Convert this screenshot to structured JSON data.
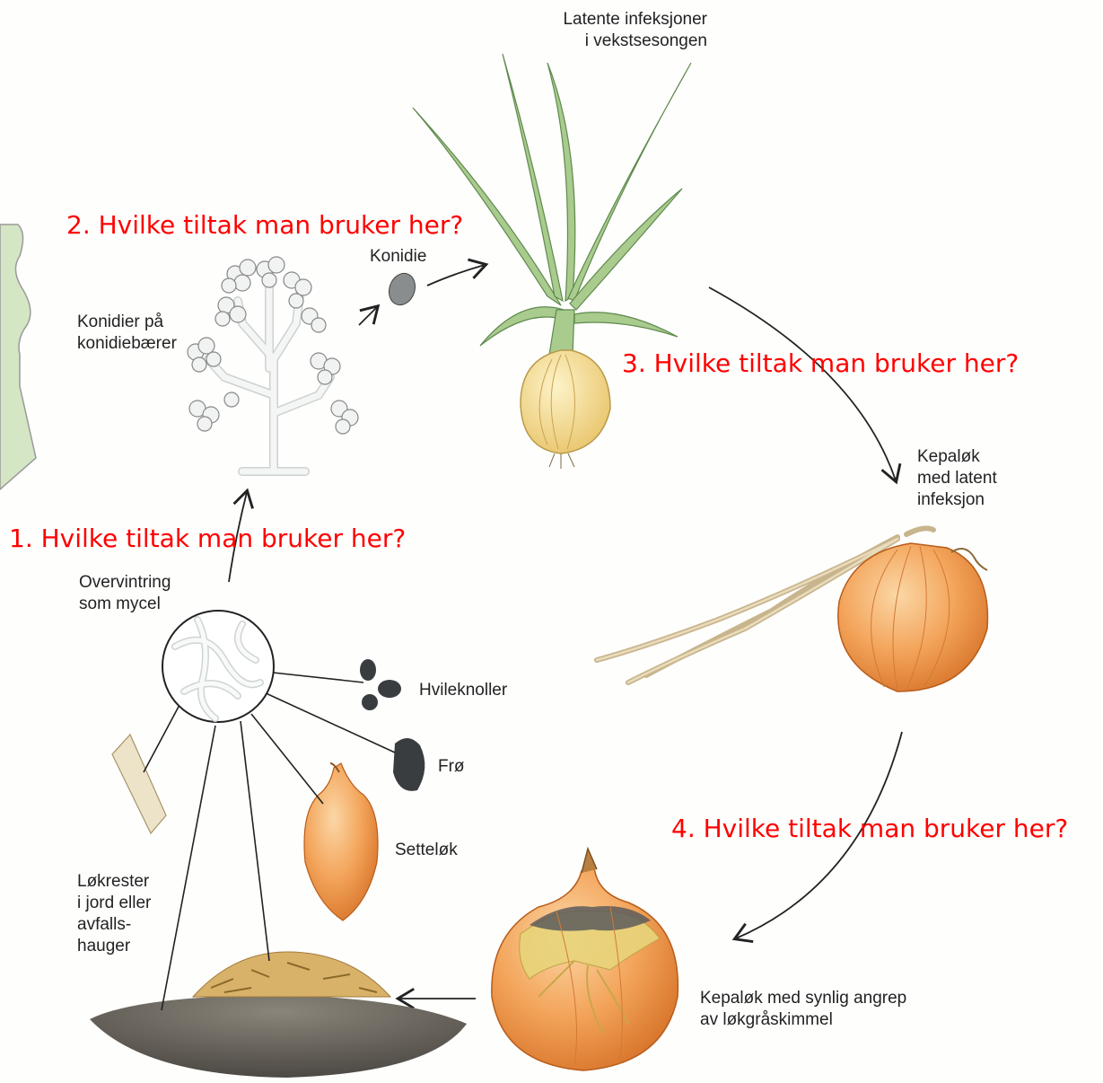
{
  "labels": {
    "latent": "Latente infeksjoner\ni vekstsesongen",
    "konidie": "Konidie",
    "konidier": "Konidier på\nkonidiebærer",
    "kepalok_latent": "Kepaløk\nmed latent\ninfeksjon",
    "overvintring": "Overvintring\nsom mycel",
    "hvileknoller": "Hvileknoller",
    "fro": "Frø",
    "settelok": "Setteløk",
    "lokrester": "Løkrester\ni jord eller\navfalls-\nhauger",
    "kepalok_synlig": "Kepaløk med synlig angrep\nav løkgråskimmel"
  },
  "questions": {
    "q1": "1. Hvilke tiltak man bruker her?",
    "q2": "2. Hvilke tiltak man bruker her?",
    "q3": "3. Hvilke tiltak man bruker her?",
    "q4": "4. Hvilke tiltak man bruker her?"
  },
  "colors": {
    "question": "#ff0000",
    "onion": "#f0963c",
    "leaf": "#a8c890",
    "puzzle": "#d4e6c4",
    "soil": "#6e6a62",
    "mold": "#7a7a7a"
  }
}
